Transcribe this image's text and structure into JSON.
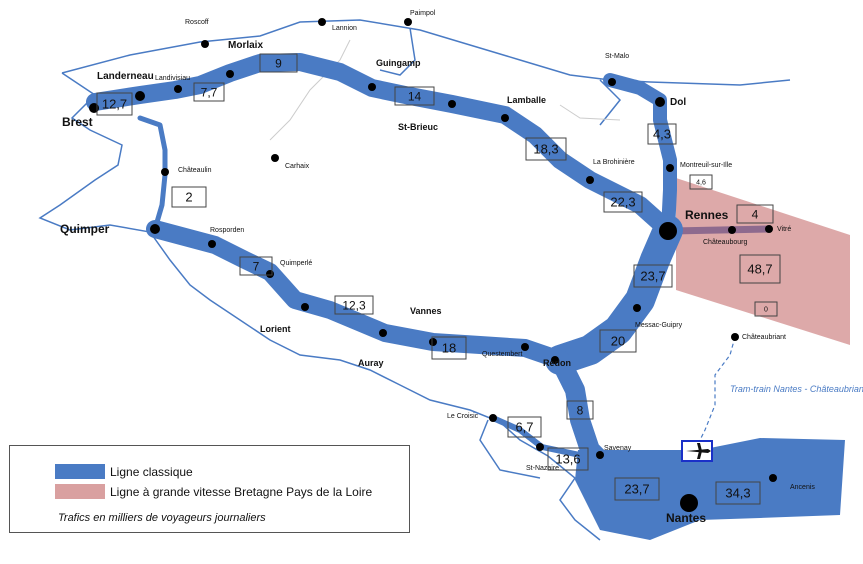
{
  "colors": {
    "classic_line": "#4a7bc4",
    "hsl_zone": "#d9a0a0",
    "hsl_track": "#8e6a8e",
    "coast": "#4a7bc4",
    "airport": "#1a30c8"
  },
  "cities": [
    {
      "name": "Brest"
    },
    {
      "name": "Landerneau"
    },
    {
      "name": "Landivisiau"
    },
    {
      "name": "Roscoff"
    },
    {
      "name": "Morlaix"
    },
    {
      "name": "Lannion"
    },
    {
      "name": "Paimpol"
    },
    {
      "name": "Guingamp"
    },
    {
      "name": "St-Brieuc"
    },
    {
      "name": "Lamballe"
    },
    {
      "name": "St-Malo"
    },
    {
      "name": "Dol"
    },
    {
      "name": "Montreuil-sur-Ille"
    },
    {
      "name": "La Brohinière"
    },
    {
      "name": "Rennes"
    },
    {
      "name": "Châteaubourg"
    },
    {
      "name": "Vitré"
    },
    {
      "name": "Châteaulin"
    },
    {
      "name": "Carhaix"
    },
    {
      "name": "Quimper"
    },
    {
      "name": "Rosporden"
    },
    {
      "name": "Quimperlé"
    },
    {
      "name": "Lorient"
    },
    {
      "name": "Auray"
    },
    {
      "name": "Vannes"
    },
    {
      "name": "Questembert"
    },
    {
      "name": "Redon"
    },
    {
      "name": "Messac-Guipry"
    },
    {
      "name": "Châteaubriant"
    },
    {
      "name": "Le Croisic"
    },
    {
      "name": "St-Nazaire"
    },
    {
      "name": "Savenay"
    },
    {
      "name": "Nantes"
    },
    {
      "name": "Ancenis"
    }
  ],
  "traffic_labels": [
    {
      "value": "12,7"
    },
    {
      "value": "7,7"
    },
    {
      "value": "9"
    },
    {
      "value": "14"
    },
    {
      "value": "18,3"
    },
    {
      "value": "22,3"
    },
    {
      "value": "4,3"
    },
    {
      "value": "4,6"
    },
    {
      "value": "4"
    },
    {
      "value": "48,7"
    },
    {
      "value": "0"
    },
    {
      "value": "23,7"
    },
    {
      "value": "20"
    },
    {
      "value": "2"
    },
    {
      "value": "7"
    },
    {
      "value": "12,3"
    },
    {
      "value": "18"
    },
    {
      "value": "8"
    },
    {
      "value": "6,7"
    },
    {
      "value": "13,6"
    },
    {
      "value": "23,7"
    },
    {
      "value": "34,3"
    }
  ],
  "tram_train_label": "Tram-train Nantes - Châteaubriant",
  "legend": {
    "classic": "Ligne classique",
    "hsl": "Ligne à grande vitesse Bretagne Pays de la Loire",
    "note": "Trafics en milliers de voyageurs journaliers"
  }
}
